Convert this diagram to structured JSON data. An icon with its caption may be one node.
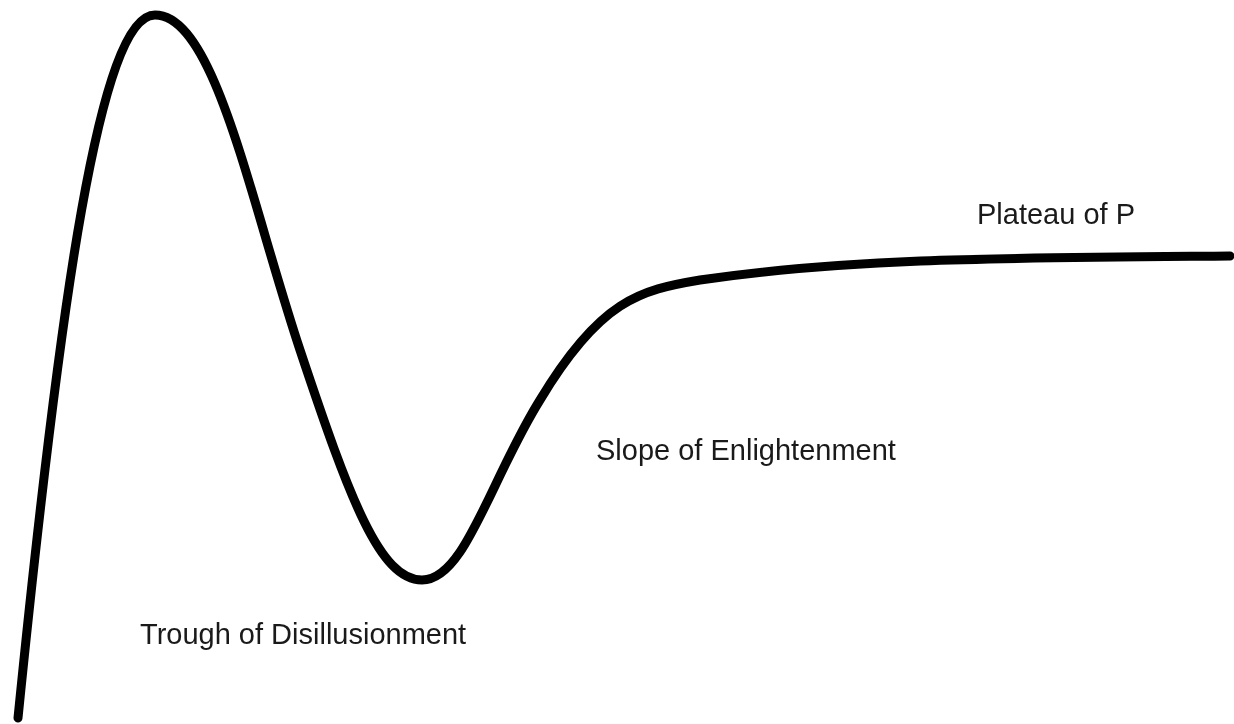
{
  "diagram": {
    "labels": [
      "Plateau of P",
      "Slope of Enlightenment",
      "Trough of Disillusionment"
    ]
  }
}
